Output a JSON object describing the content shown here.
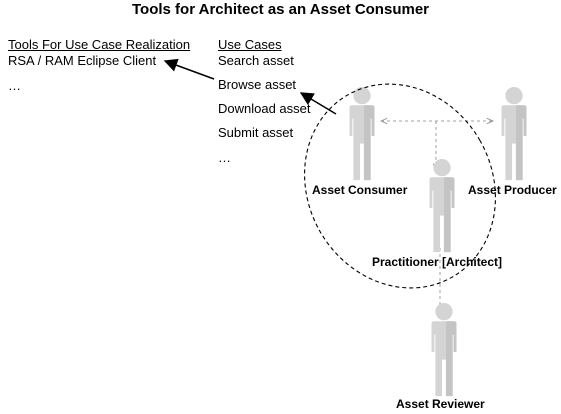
{
  "title": "Tools for Architect as an Asset Consumer",
  "tools": {
    "header": "Tools For Use Case Realization",
    "items": [
      "RSA / RAM Eclipse Client",
      "…"
    ]
  },
  "use_cases": {
    "header": "Use Cases",
    "items": [
      "Search asset",
      "Browse asset",
      "Download asset",
      "Submit asset",
      "…"
    ]
  },
  "actors": {
    "consumer": "Asset Consumer",
    "producer": "Asset Producer",
    "practitioner": "Practitioner [Architect]",
    "reviewer": "Asset Reviewer"
  },
  "colors": {
    "actor_fill": "#d4d4d4",
    "actor_shade": "#bcbcbc",
    "ellipse_stroke": "#000000",
    "dashed_link": "#a0a0a0"
  }
}
